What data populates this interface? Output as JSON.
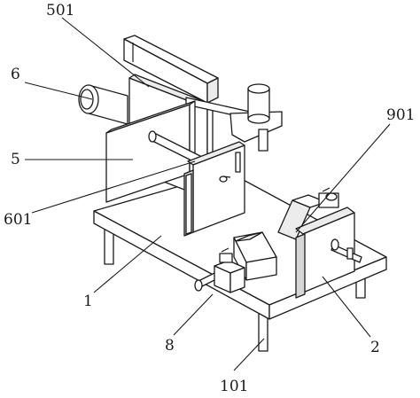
{
  "labels": {
    "l501": "501",
    "l6": "6",
    "l5": "5",
    "l601": "601",
    "l901": "901",
    "l1": "1",
    "l8": "8",
    "l101": "101",
    "l2": "2"
  }
}
